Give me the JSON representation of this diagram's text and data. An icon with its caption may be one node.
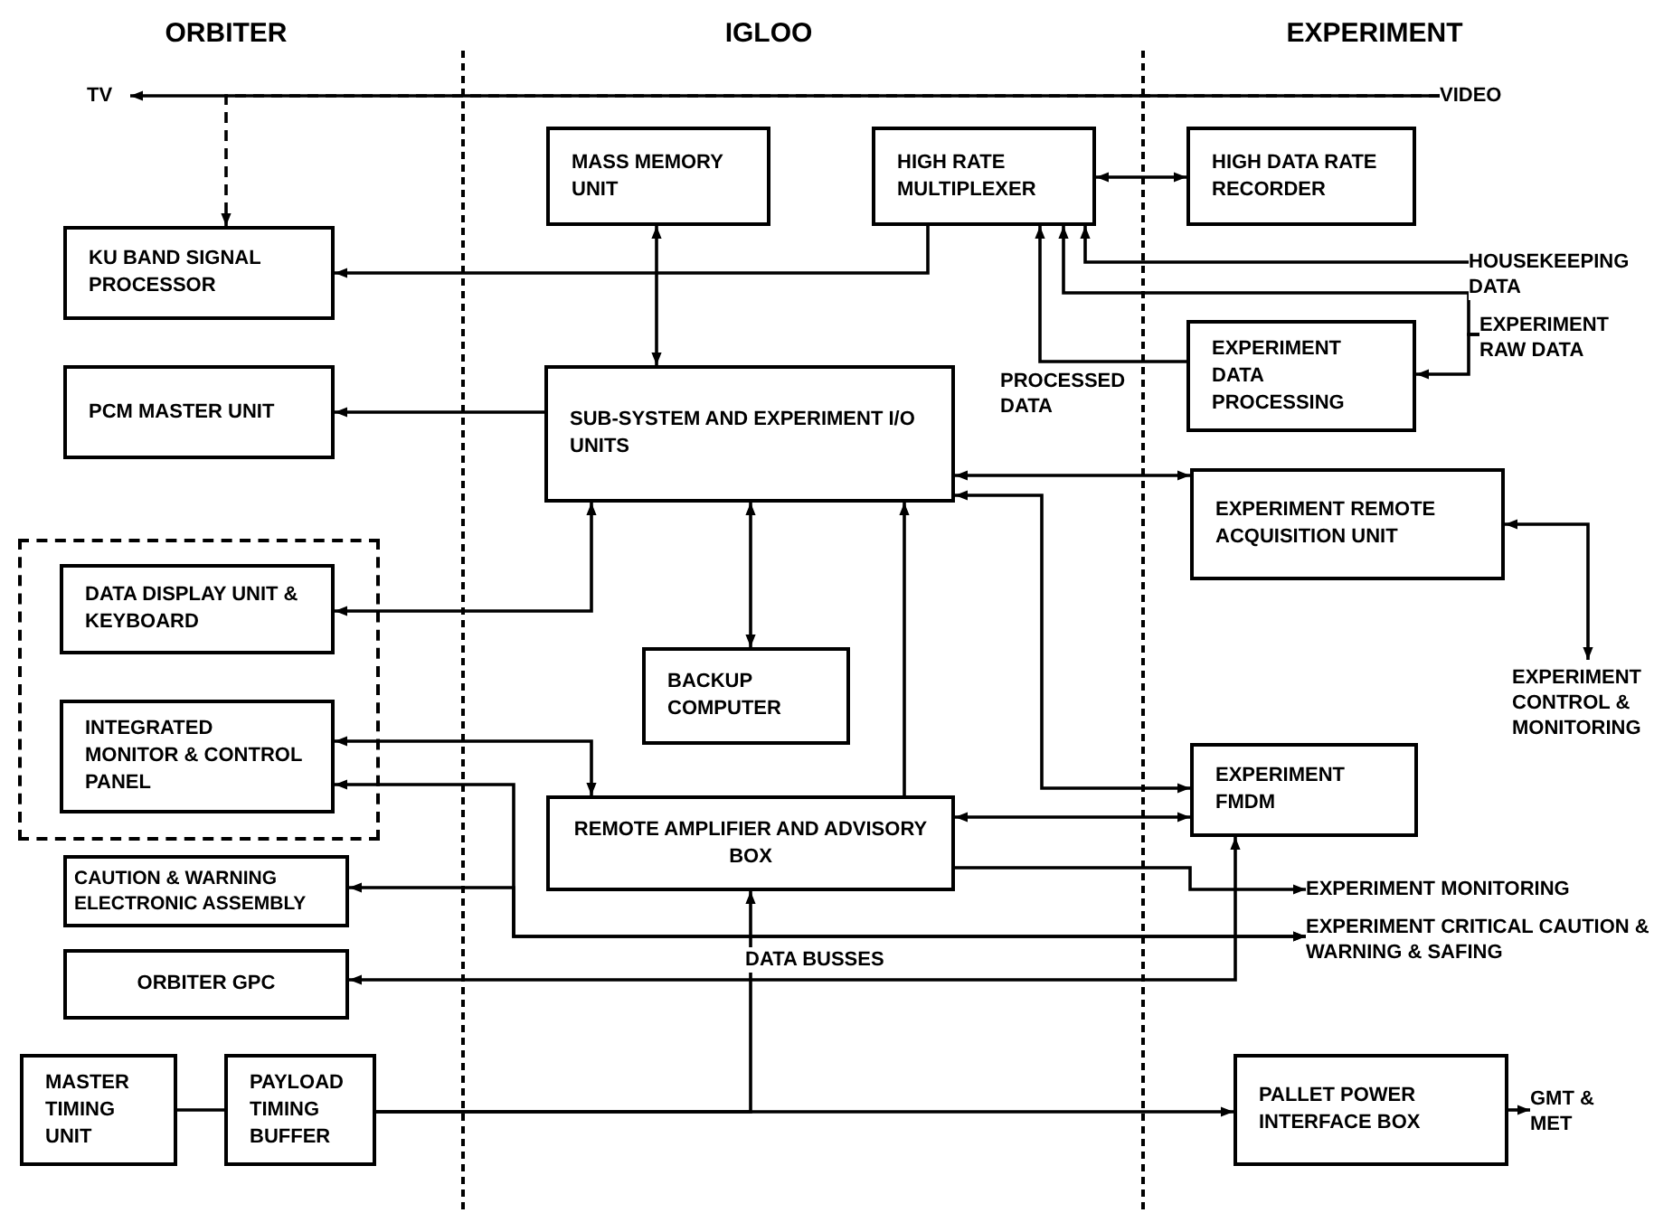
{
  "diagram": {
    "nodes": [
      {
        "text": [
          "TV"
        ]
      },
      {
        "text": [
          "VIDEO"
        ]
      },
      {
        "text": [
          "KU BAND SIGNAL PROCESSOR"
        ]
      },
      {
        "text": [
          "PCM MASTER UNIT"
        ]
      },
      {
        "text": [],
        "shape": "box"
      },
      {
        "text": [
          "DATA DISPLAY UNIT & KEYBOARD"
        ],
        "in": 4
      },
      {
        "text": [
          "INTEGRATED MONITOR & CONTROL PANEL"
        ],
        "in": 4
      },
      {
        "text": [
          "CAUTION & WARNING ELECTRONIC ASSEMBLY"
        ]
      },
      {
        "text": [
          "ORBITER GPC"
        ]
      },
      {
        "text": [
          "MASTER TIMING UNIT"
        ]
      },
      {
        "text": [
          "PAYLOAD TIMING BUFFER"
        ]
      },
      {
        "text": [
          "MASS MEMORY UNIT"
        ]
      },
      {
        "text": [
          "SUB-SYSTEM AND EXPERIMENT I/O UNITS"
        ]
      },
      {
        "text": [
          "BACKUP COMPUTER"
        ]
      },
      {
        "text": [
          "REMOTE AMPLIFIER AND ADVISORY BOX"
        ]
      },
      {
        "text": [
          "HIGH RATE MULTIPLEXER"
        ]
      },
      {
        "text": [
          "HIGH DATA RATE RECORDER"
        ]
      },
      {
        "text": [
          "HOUSEKEEPING DATA"
        ]
      },
      {
        "text": [
          "EXPERIMENT DATA PROCESSING"
        ]
      },
      {
        "text": [
          "EXPERIMENT RAW DATA"
        ]
      },
      {
        "text": [
          "EXPERIMENT REMOTE ACQUISITION UNIT"
        ]
      },
      {
        "text": [
          "EXPERIMENT CONTROL & MONITORING"
        ]
      },
      {
        "text": [
          "EXPERIMENT FMDM"
        ]
      },
      {
        "text": [
          "EXPERIMENT MONITORING"
        ]
      },
      {
        "text": [
          "EXPERIMENT CRITICAL CAUTION & WARNING & SAFING"
        ]
      },
      {
        "text": [
          "PALLET POWER INTERFACE BOX"
        ]
      },
      {
        "text": [
          "GMT & MET"
        ]
      }
    ],
    "edges": [
      {
        "from": 1,
        "to": 0,
        "arrow": "to"
      },
      {
        "from": 1,
        "to": 2,
        "arrow": "to",
        "style": "dashed"
      },
      {
        "from": 15,
        "to": 2,
        "arrow": "to"
      },
      {
        "from": 11,
        "to": 12,
        "arrow": "both"
      },
      {
        "from": 12,
        "to": 3,
        "arrow": "to"
      },
      {
        "from": 12,
        "to": 5,
        "arrow": "both"
      },
      {
        "from": 12,
        "to": 13,
        "arrow": "both"
      },
      {
        "from": 14,
        "to": 12,
        "arrow": "to"
      },
      {
        "from": 15,
        "to": 16,
        "arrow": "both"
      },
      {
        "from": 17,
        "to": 15,
        "arrow": "to"
      },
      {
        "from": 19,
        "to": 15,
        "arrow": "to"
      },
      {
        "from": 19,
        "to": 18,
        "arrow": "to"
      },
      {
        "from": 18,
        "to": 15,
        "arrow": "to",
        "label": "PROCESSED DATA"
      },
      {
        "from": 12,
        "to": 20,
        "arrow": "both"
      },
      {
        "from": 20,
        "to": 21,
        "arrow": "both"
      },
      {
        "from": 12,
        "to": 22,
        "arrow": "both"
      },
      {
        "from": 6,
        "to": 14,
        "arrow": "both"
      },
      {
        "from": 14,
        "to": 22,
        "arrow": "both"
      },
      {
        "from": 14,
        "to": 23,
        "arrow": "to"
      },
      {
        "from": 6,
        "to": 24,
        "arrow": "both"
      },
      {
        "from": 7,
        "to": 24,
        "arrow": "both"
      },
      {
        "from": 8,
        "to": 22,
        "arrow": "both",
        "label": "DATA BUSSES"
      },
      {
        "from": 9,
        "to": 10,
        "arrow": "none"
      },
      {
        "from": 10,
        "to": 14,
        "arrow": "to"
      },
      {
        "from": 10,
        "to": 25,
        "arrow": "to"
      },
      {
        "from": 25,
        "to": 26,
        "arrow": "to"
      }
    ],
    "labels": [
      "ORBITER",
      "IGLOO",
      "EXPERIMENT"
    ]
  }
}
